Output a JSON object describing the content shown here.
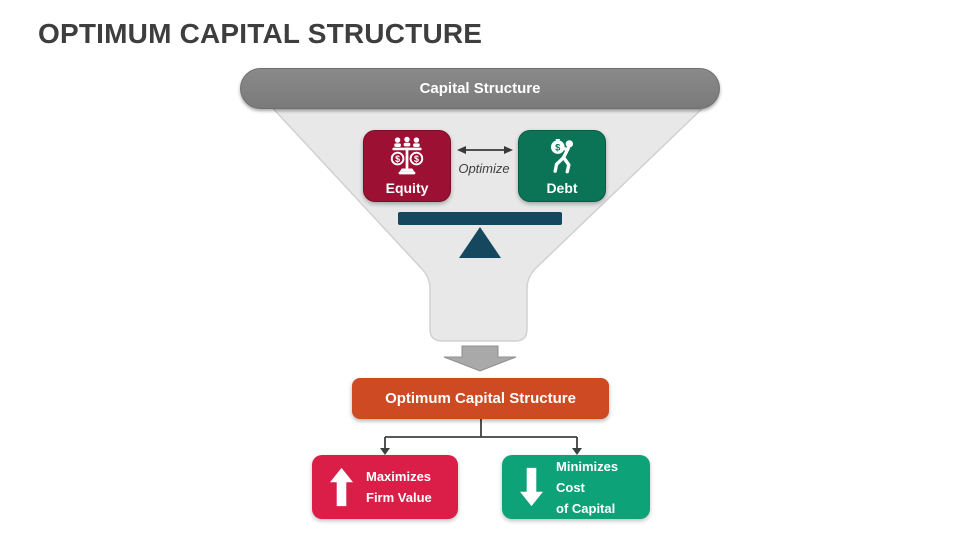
{
  "slide": {
    "title": "OPTIMUM CAPITAL STRUCTURE"
  },
  "funnel": {
    "header": "Capital Structure",
    "equity": {
      "label": "Equity",
      "currency_symbol": "$"
    },
    "debt": {
      "label": "Debt",
      "currency_symbol": "$"
    },
    "optimize_label": "Optimize"
  },
  "result": {
    "label": "Optimum Capital Structure"
  },
  "outcomes": [
    {
      "line1": "Maximizes",
      "line2": "Firm Value",
      "icon": "block-arrow-up"
    },
    {
      "line1": "Minimizes Cost",
      "line2": "of Capital",
      "icon": "block-arrow-down"
    }
  ],
  "icons": {
    "equity": "balance-scale-with-people",
    "debt": "person-carrying-money-bag",
    "optimize": "double-headed-arrow",
    "funnel_drop": "block-arrow-down",
    "maximize": "block-arrow-up",
    "minimize": "block-arrow-down"
  },
  "colors": {
    "title_text": "#3E3E3E",
    "header_bar": "#7F7F7F",
    "funnel_fill": "#E8E8E8",
    "funnel_border": "#D1D1D1",
    "equity_box": "#9C1034",
    "debt_box": "#0B7457",
    "seesaw": "#15485F",
    "drop_arrow": "#A9A9A9",
    "result_box": "#CD4A23",
    "maximize_box": "#DB1E47",
    "minimize_box": "#0DA278",
    "connector": "#404040"
  }
}
